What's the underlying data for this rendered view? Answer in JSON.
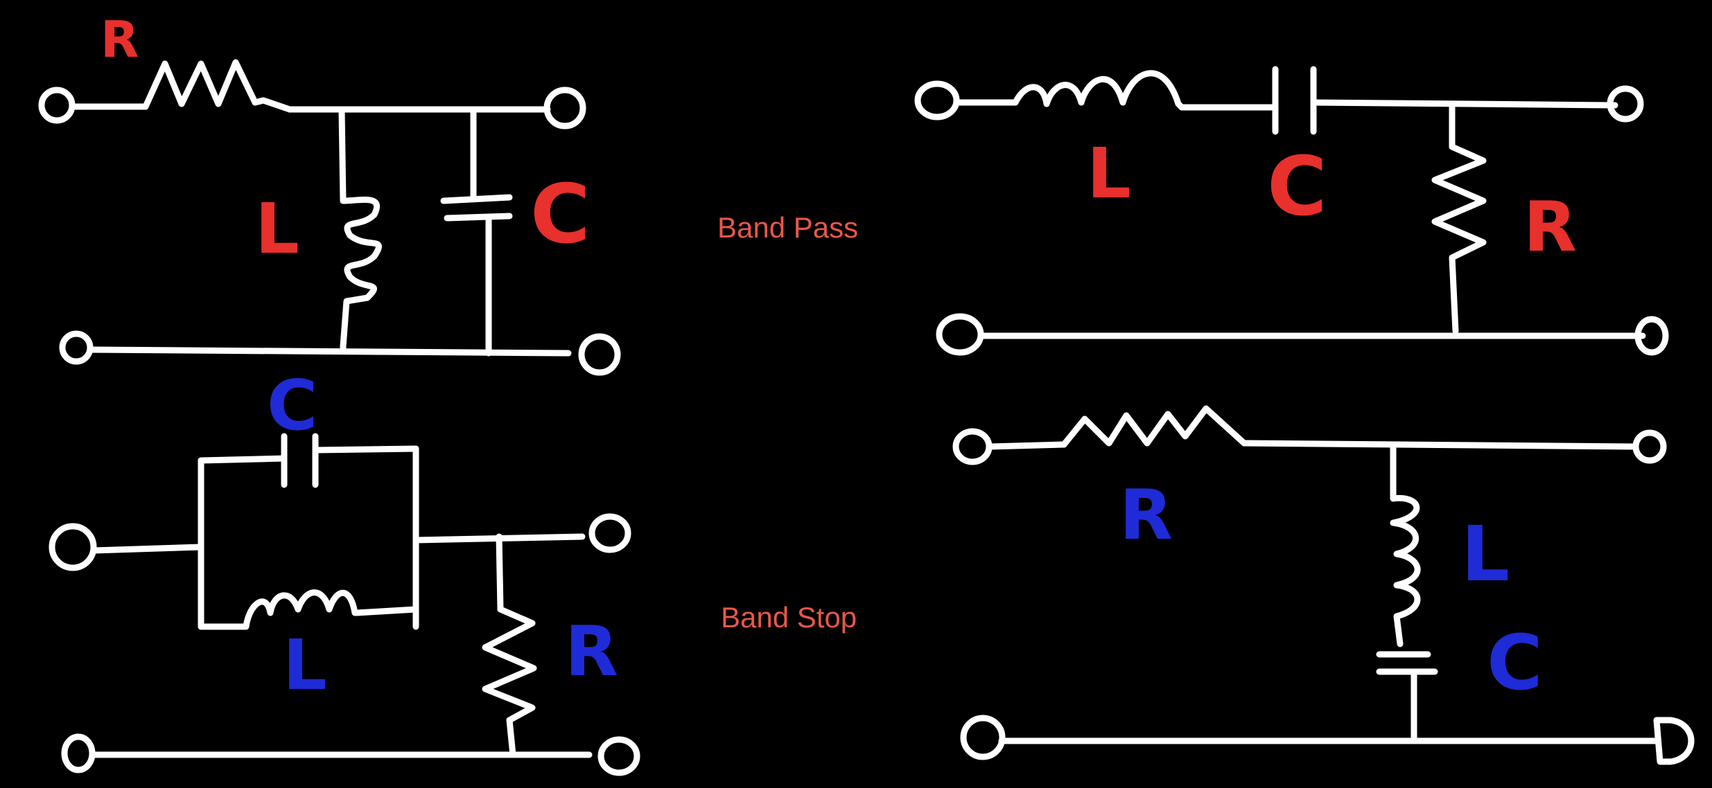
{
  "colors": {
    "background": "#000000",
    "wire": "#ffffff",
    "red_label": "#e8302c",
    "blue_label": "#1f2bd6",
    "caption": "#e8574a"
  },
  "captions": {
    "band_pass": "Band Pass",
    "band_stop": "Band Stop"
  },
  "circuits": {
    "top_left": {
      "r": "R",
      "l": "L",
      "c": "C"
    },
    "top_right": {
      "l": "L",
      "c": "C",
      "r": "R"
    },
    "bottom_left": {
      "c": "C",
      "l": "L",
      "r": "R"
    },
    "bottom_right": {
      "r": "R",
      "l": "L",
      "c": "C"
    }
  }
}
